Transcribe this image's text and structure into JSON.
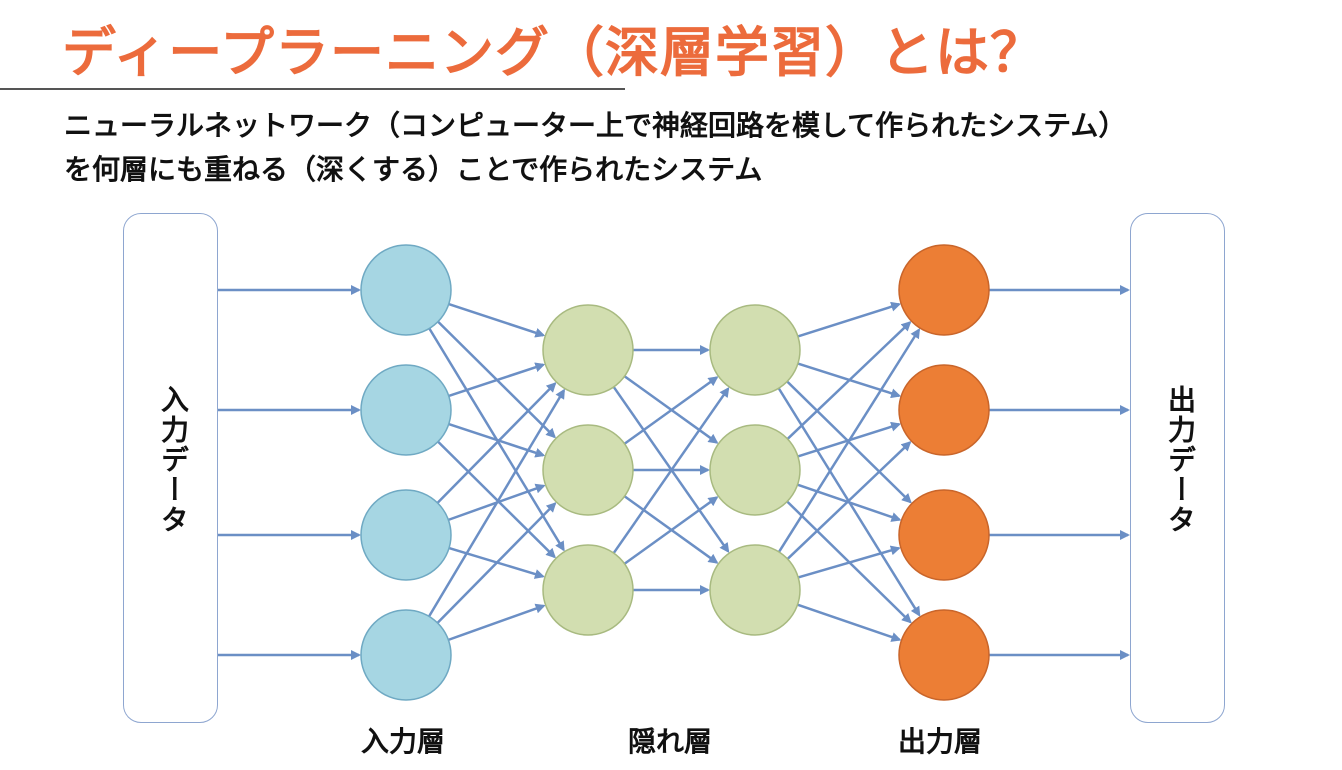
{
  "title": "ディープラーニング（深層学習）とは？",
  "description": {
    "line1": "ニューラルネットワーク（コンピューター上で神経回路を模して作られたシステム）",
    "line2": "を何層にも重ねる（深くする）ことで作られたシステム"
  },
  "input_box_label": "入力データ",
  "output_box_label": "出力データ",
  "layer_labels": {
    "input": "入力層",
    "hidden": "隠れ層",
    "output": "出力層"
  },
  "colors": {
    "title": "#ec6b3c",
    "input_node": "#a6d6e3",
    "hidden_node": "#d2deb0",
    "output_node": "#ec7e35",
    "edge": "#6b8fc5"
  },
  "network": {
    "input_nodes": 4,
    "hidden_layers": 2,
    "hidden_nodes_per_layer": 3,
    "output_nodes": 4
  }
}
